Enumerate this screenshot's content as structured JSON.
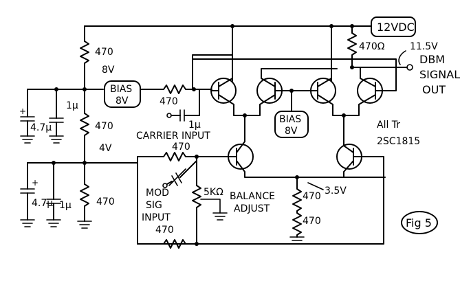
{
  "supply": {
    "label": "12VDC"
  },
  "bias_boxes": {
    "left": {
      "line1": "BIAS",
      "line2": "8V"
    },
    "center": {
      "line1": "BIAS",
      "line2": "8V"
    }
  },
  "resistors": {
    "r_top_left": "470",
    "r_mid_left": "470",
    "r_bottom_left": "470",
    "r_bias_feed": "470",
    "r_carrier": "470",
    "r_collector": "470Ω",
    "r_mod_input": "470",
    "r_tail_top": "470",
    "r_tail_bottom": "470",
    "pot_balance": "5KΩ"
  },
  "capacitors": {
    "c_top_electrolytic": "4.7μ",
    "c_top_ceramic": "1μ",
    "c_carrier": "1μ",
    "c_bottom_electrolytic": "4.7μ",
    "c_bottom_ceramic": "1μ"
  },
  "voltages": {
    "v_top_node": "8V",
    "v_bottom_node": "4V",
    "v_output": "11.5V",
    "v_tail": "3.5V"
  },
  "labels": {
    "carrier_input": "CARRIER INPUT",
    "mod_input_l1": "MOD",
    "mod_input_l2": "SIG",
    "mod_input_l3": "INPUT",
    "balance_l1": "BALANCE",
    "balance_l2": "ADJUST",
    "output_l1": "DBM",
    "output_l2": "SIGNAL",
    "output_l3": "OUT",
    "transistor_note_l1": "All Tr",
    "transistor_note_l2": "2SC1815",
    "figure": "Fig 5"
  }
}
